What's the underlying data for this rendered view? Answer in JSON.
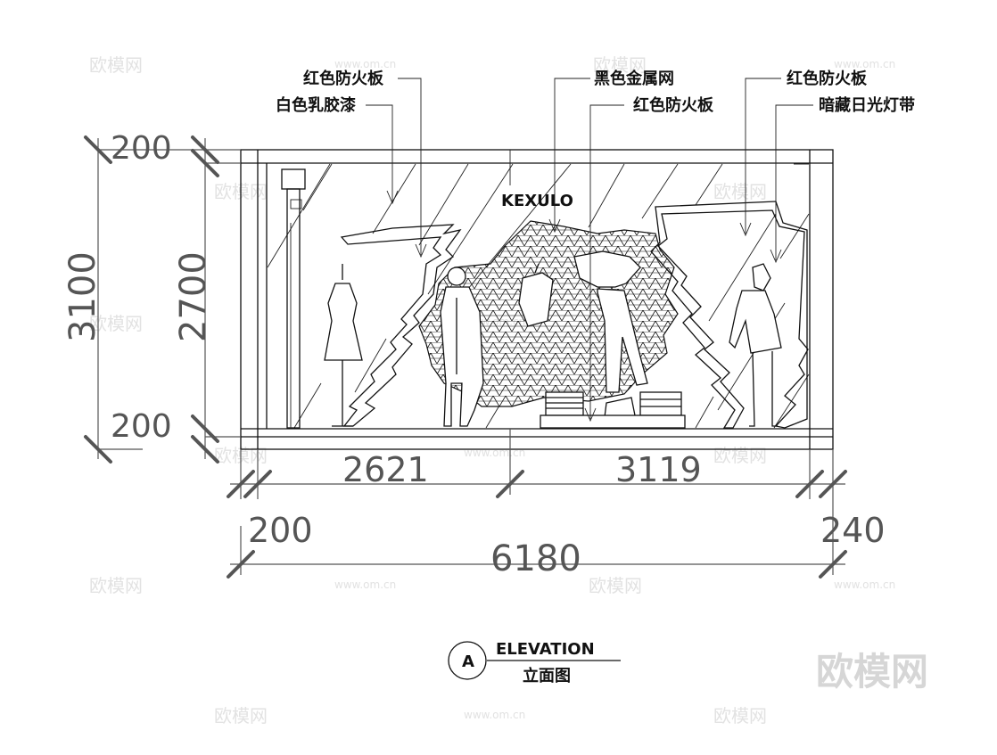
{
  "watermarks": {
    "small_brand": "欧模网",
    "small_url": "www.om.cn",
    "big_brand": "欧模网"
  },
  "dimensions": {
    "left_outer_height": "3100",
    "left_top": "200",
    "left_middle": "2700",
    "left_bottom": "200",
    "bottom_left_segment": "2621",
    "bottom_right_segment": "3119",
    "bottom_left_edge": "200",
    "bottom_right_edge": "240",
    "bottom_total": "6180"
  },
  "labels": {
    "red_fireboard_top_left": "红色防火板",
    "white_latex_paint": "白色乳胶漆",
    "black_metal_mesh": "黑色金属网",
    "red_fireboard_middle": "红色防火板",
    "red_fireboard_top_right": "红色防火板",
    "hidden_light_strip": "暗藏日光灯带",
    "brand_sign": "KEXULO"
  },
  "title_block": {
    "symbol_letter": "A",
    "title": "ELEVATION",
    "subtitle": "立面图"
  }
}
